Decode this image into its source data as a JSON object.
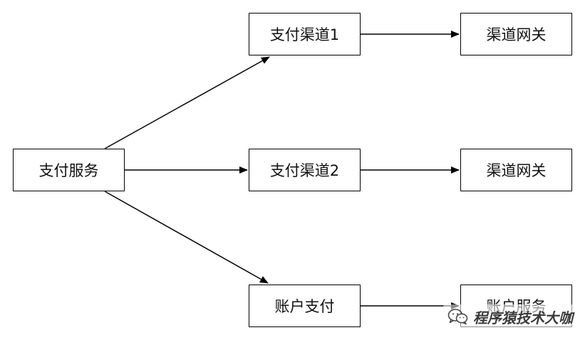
{
  "nodes": {
    "payment_service": "支付服务",
    "channel1": "支付渠道1",
    "channel2": "支付渠道2",
    "account_payment": "账户支付",
    "gateway1": "渠道网关",
    "gateway2": "渠道网关",
    "account_service": "账户服务"
  },
  "edges": [
    {
      "from": "payment_service",
      "to": "channel1"
    },
    {
      "from": "payment_service",
      "to": "channel2"
    },
    {
      "from": "payment_service",
      "to": "account_payment"
    },
    {
      "from": "channel1",
      "to": "gateway1"
    },
    {
      "from": "channel2",
      "to": "gateway2"
    },
    {
      "from": "account_payment",
      "to": "account_service"
    }
  ],
  "watermark": {
    "text": "程序猿技术大咖",
    "icon": "wechat-icon"
  },
  "colors": {
    "stroke": "#000000",
    "background": "#ffffff"
  }
}
